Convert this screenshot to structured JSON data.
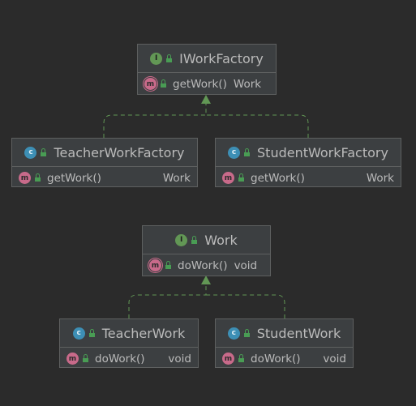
{
  "diagram": {
    "colors": {
      "background": "#2b2b2b",
      "node_fill": "#3c3f41",
      "node_border": "#5e6060",
      "text": "#bbbbbb",
      "edge": "#629755",
      "interface_badge": "#629755",
      "class_badge": "#3d8fb5",
      "method_badge": "#c86a8a"
    },
    "nodes": {
      "iworkfactory": {
        "kind": "interface",
        "badge": "I",
        "name": "IWorkFactory",
        "method": {
          "badge": "m",
          "name": "getWork()",
          "type": "Work"
        }
      },
      "teacherworkfactory": {
        "kind": "class",
        "badge": "c",
        "name": "TeacherWorkFactory",
        "method": {
          "badge": "m",
          "name": "getWork()",
          "type": "Work"
        }
      },
      "studentworkfactory": {
        "kind": "class",
        "badge": "c",
        "name": "StudentWorkFactory",
        "method": {
          "badge": "m",
          "name": "getWork()",
          "type": "Work"
        }
      },
      "work": {
        "kind": "interface",
        "badge": "I",
        "name": "Work",
        "method": {
          "badge": "m",
          "name": "doWork()",
          "type": "void"
        }
      },
      "teacherwork": {
        "kind": "class",
        "badge": "c",
        "name": "TeacherWork",
        "method": {
          "badge": "m",
          "name": "doWork()",
          "type": "void"
        }
      },
      "studentwork": {
        "kind": "class",
        "badge": "c",
        "name": "StudentWork",
        "method": {
          "badge": "m",
          "name": "doWork()",
          "type": "void"
        }
      }
    },
    "edges": [
      {
        "from": "teacherworkfactory",
        "to": "iworkfactory",
        "type": "implements"
      },
      {
        "from": "studentworkfactory",
        "to": "iworkfactory",
        "type": "implements"
      },
      {
        "from": "teacherwork",
        "to": "work",
        "type": "implements"
      },
      {
        "from": "studentwork",
        "to": "work",
        "type": "implements"
      }
    ]
  }
}
